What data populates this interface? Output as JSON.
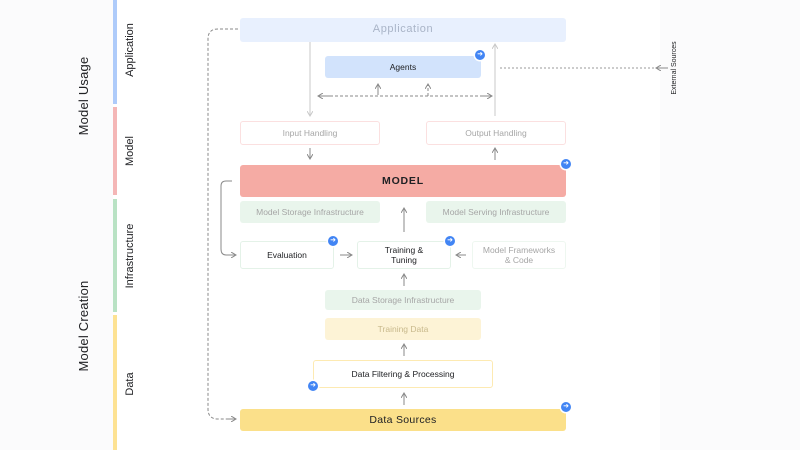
{
  "groups": {
    "model_usage": "Model Usage",
    "model_creation": "Model Creation"
  },
  "layers": {
    "application": "Application",
    "model": "Model",
    "infrastructure": "Infrastructure",
    "data": "Data"
  },
  "nodes": {
    "application": "Application",
    "agents": "Agents",
    "input_handling": "Input Handling",
    "output_handling": "Output Handling",
    "model": "MODEL",
    "model_storage": "Model Storage Infrastructure",
    "model_serving": "Model Serving Infrastructure",
    "evaluation": "Evaluation",
    "training_tuning": "Training & Tuning",
    "model_frameworks": "Model Frameworks & Code",
    "data_storage": "Data Storage Infrastructure",
    "training_data": "Training Data",
    "data_filtering": "Data Filtering & Processing",
    "data_sources": "Data Sources"
  },
  "external_sources": "External Sources",
  "badge_icon": "arrow-right-icon",
  "colors": {
    "application_bar": "#aecbfa",
    "model_bar": "#f4b6b6",
    "infrastructure_bar": "#b9e2c4",
    "data_bar": "#fde293",
    "model_fill": "#f5aba4",
    "data_sources_fill": "#fbe08a",
    "agents_fill": "#d2e3fc",
    "badge": "#4285f4"
  }
}
